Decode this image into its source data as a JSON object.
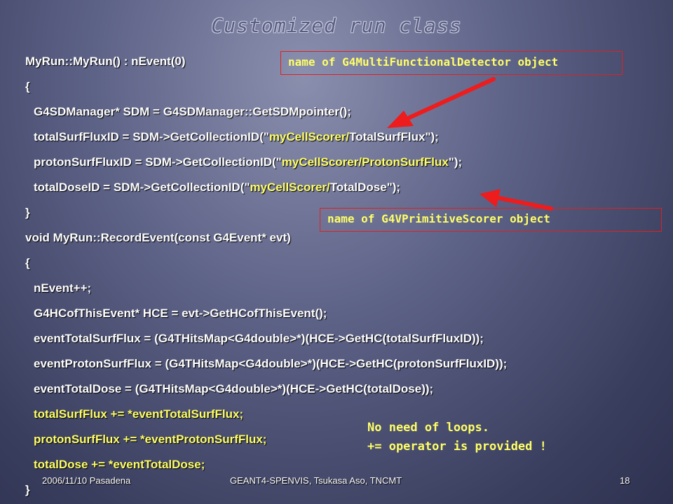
{
  "title": "Customized run class",
  "code": {
    "l1": "MyRun::MyRun() : nEvent(0)",
    "l2": "{",
    "l3": "G4SDManager* SDM = G4SDManager::GetSDMpointer();",
    "l4a": "totalSurfFluxID = SDM->GetCollectionID(\"",
    "l4b": "myCellScorer/",
    "l4c": "TotalSurfFlux\");",
    "l5a": "protonSurfFluxID = SDM->GetCollectionID(\"",
    "l5b": "myCellScorer/ProtonSurfFlux",
    "l5c": "\");",
    "l6a": "totalDoseID = SDM->GetCollectionID(\"",
    "l6b": "myCellScorer/",
    "l6c": "TotalDose\");",
    "l7": "}",
    "l8": "void MyRun::RecordEvent(const G4Event* evt)",
    "l9": "{",
    "l10": "nEvent++;",
    "l11": "G4HCofThisEvent* HCE = evt->GetHCofThisEvent();",
    "l12": "eventTotalSurfFlux = (G4THitsMap<G4double>*)(HCE->GetHC(totalSurfFluxID));",
    "l13": "eventProtonSurfFlux = (G4THitsMap<G4double>*)(HCE->GetHC(protonSurfFluxID));",
    "l14": "eventTotalDose = (G4THitsMap<G4double>*)(HCE->GetHC(totalDose));",
    "l15": "totalSurfFlux += *eventTotalSurfFlux;",
    "l16": "protonSurfFlux += *eventProtonSurfFlux;",
    "l17": "totalDose += *eventTotalDose;",
    "l18": "}"
  },
  "notes": {
    "detector": "name of G4MultiFunctionalDetector object",
    "scorer": "name of G4VPrimitiveScorer object",
    "loops1": "No need of loops.",
    "loops2": "+= operator is provided !"
  },
  "footer": {
    "left": "2006/11/10 Pasadena",
    "center": "GEANT4-SPENVIS,  Tsukasa Aso, TNCMT",
    "page": "18"
  },
  "colors": {
    "highlight": "#ffff66",
    "arrow": "#ee1c1c",
    "box_border": "#e02020"
  }
}
